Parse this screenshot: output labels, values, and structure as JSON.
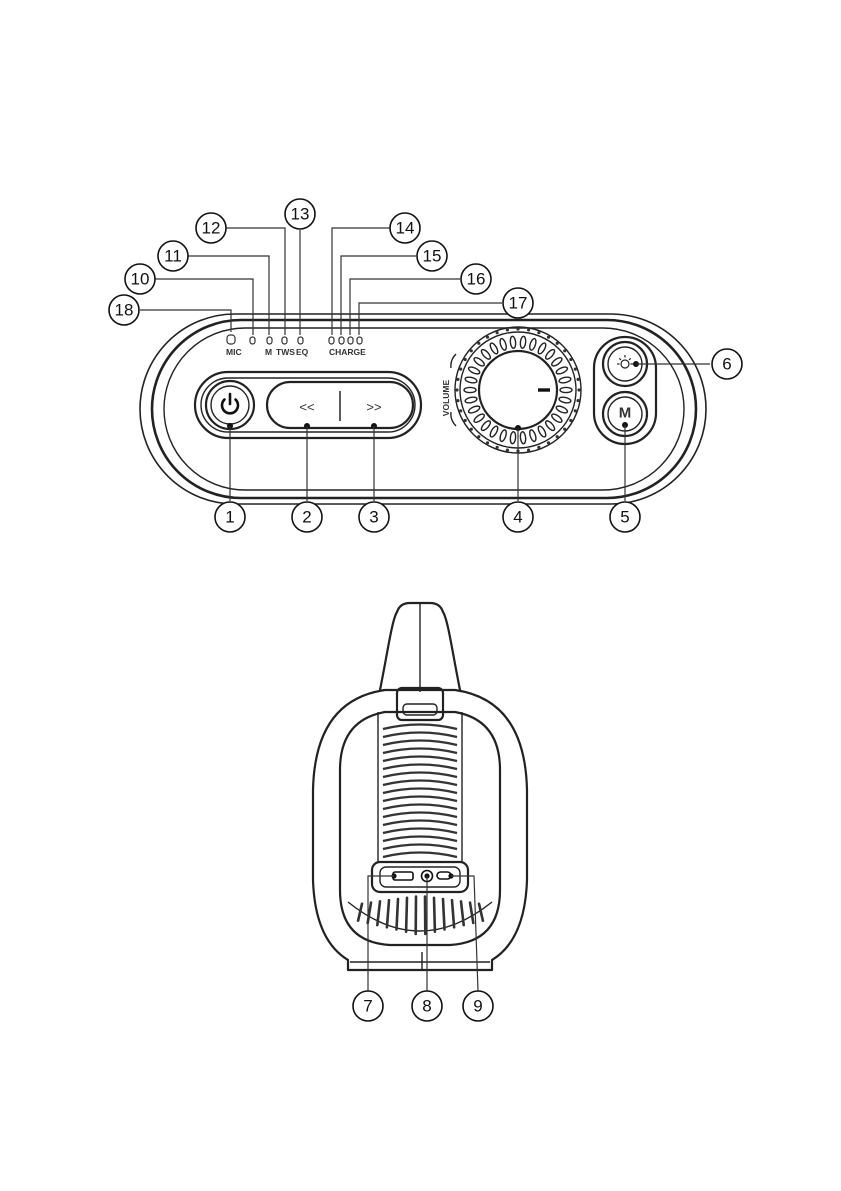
{
  "callouts": {
    "c1": "1",
    "c2": "2",
    "c3": "3",
    "c4": "4",
    "c5": "5",
    "c6": "6",
    "c7": "7",
    "c8": "8",
    "c9": "9",
    "c10": "10",
    "c11": "11",
    "c12": "12",
    "c13": "13",
    "c14": "14",
    "c15": "15",
    "c16": "16",
    "c17": "17",
    "c18": "18"
  },
  "labels": {
    "mic": "MIC",
    "m": "M",
    "tws": "TWS",
    "eq": "EQ",
    "charge": "CHARGE",
    "volume": "VOLUME",
    "mode_button": "M",
    "prev": "<<",
    "next": ">>"
  },
  "icons": {
    "power": "power-icon",
    "light": "sun-icon",
    "aux": "aux-jack-icon",
    "usb": "usb-port-icon",
    "typec": "type-c-port-icon"
  }
}
